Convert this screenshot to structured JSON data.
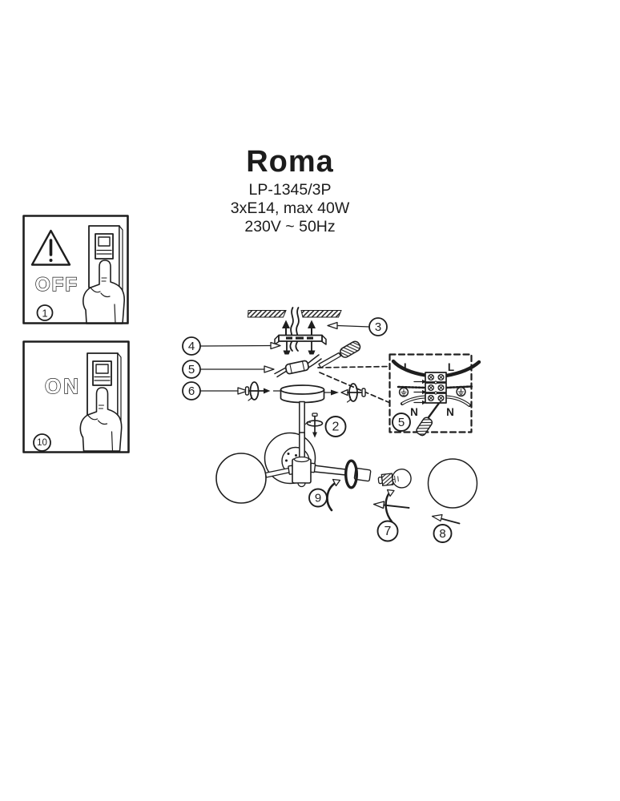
{
  "colors": {
    "paper": "#ffffff",
    "ink": "#1e1e1e"
  },
  "header": {
    "product_name": "Roma",
    "model": "LP-1345/3P",
    "bulb_spec": "3xE14, max 40W",
    "power_spec": "230V ~ 50Hz"
  },
  "off_panel": {
    "switch_label": "OFF",
    "step_number": "1"
  },
  "on_panel": {
    "switch_label": "ON",
    "step_number": "10"
  },
  "steps": {
    "ceiling_mount": "3",
    "bracket_screws": "4",
    "wire_connection": "5",
    "canopy_screws": "6",
    "stem_screw": "2",
    "wiring_detail": "5",
    "shade_ring": "9",
    "insert_bulb": "7",
    "glass_shade": "8"
  },
  "wiring_labels": {
    "live_left": "L",
    "live_right": "L",
    "neutral_left": "N",
    "neutral_right": "N"
  }
}
